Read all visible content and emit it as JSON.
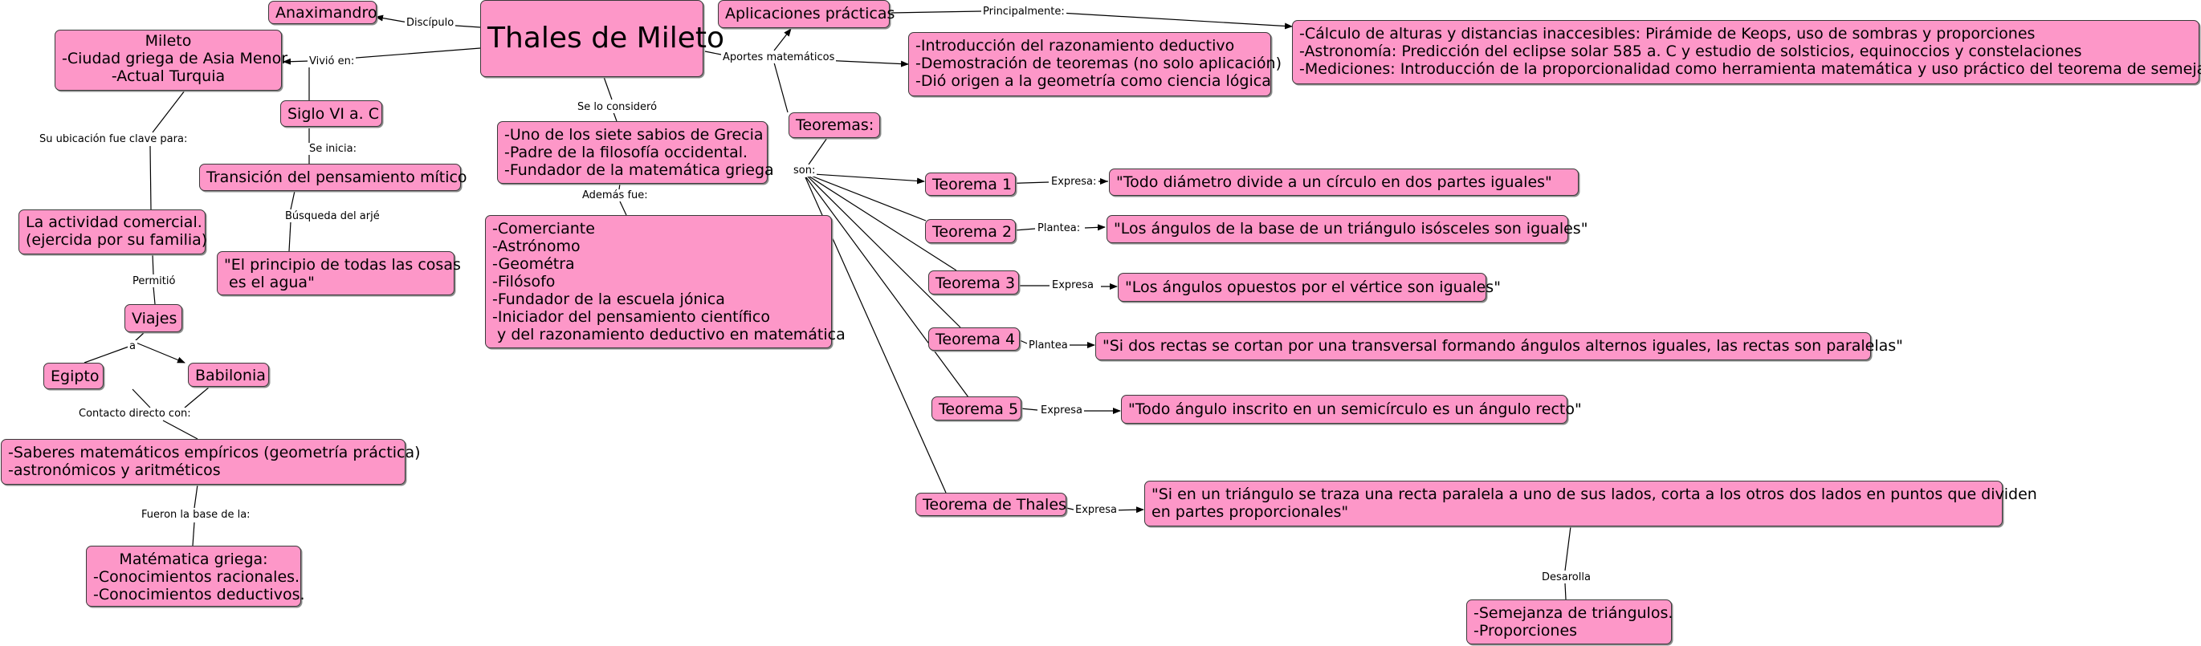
{
  "nodes": {
    "thales": "Thales de Mileto",
    "anaximandro": "Anaximandro",
    "mileto": "Mileto\n-Ciudad griega de Asia Menor\n-Actual Turquia",
    "siglo": "Siglo VI a. C",
    "transicion": "Transición del pensamiento mítico",
    "principio": "\"El principio de todas las cosas\n es el agua\"",
    "actividad": "La actividad comercial.\n(ejercida por su familia)",
    "viajes": "Viajes",
    "egipto": "Egipto",
    "babilonia": "Babilonia",
    "saberes": "-Saberes matemáticos empíricos (geometría práctica)\n-astronómicos y aritméticos",
    "matematica": "Matématica griega:\n-Conocimientos racionales.\n-Conocimientos deductivos.",
    "sabios": "-Uno de los siete sabios de Grecia\n-Padre de la filosofía occidental.\n-Fundador de la matemática griega",
    "comerciante": "-Comerciante\n-Astrónomo\n-Geométra\n-Filósofo\n-Fundador de la escuela jónica\n-Iniciador del pensamiento científico\n y del razonamiento deductivo en matemática",
    "aplicaciones": "Aplicaciones prácticas",
    "calculo": "-Cálculo de alturas y distancias inaccesibles: Pirámide de Keops, uso de sombras y proporciones\n-Astronomía: Predicción del eclipse solar 585 a. C y estudio de solsticios, equinoccios y constelaciones\n-Mediciones: Introducción de la proporcionalidad como herramienta matemática y uso práctico del teorema de semejanza.",
    "introduccion": "-Introducción del razonamiento deductivo\n-Demostración de teoremas (no solo aplicación)\n-Dió origen a la geometría como ciencia lógica",
    "teoremas": "Teoremas:",
    "t1": "Teorema 1",
    "t2": "Teorema 2",
    "t3": "Teorema 3",
    "t4": "Teorema 4",
    "t5": "Teorema 5",
    "tthales": "Teorema de Thales",
    "q1": "\"Todo diámetro divide a un círculo en dos partes iguales\"",
    "q2": "\"Los ángulos de la base de un triángulo isósceles son iguales\"",
    "q3": "\"Los ángulos opuestos por el vértice son iguales\"",
    "q4": "\"Si dos rectas se cortan por una transversal formando ángulos alternos iguales, las rectas son paralelas\"",
    "q5": "\"Todo ángulo inscrito en un semicírculo es un ángulo recto\"",
    "qthales": "\"Si en un triángulo se traza una recta paralela a uno de sus lados, corta a los otros dos lados en puntos que dividen\nen partes proporcionales\"",
    "semejanza": "-Semejanza de triángulos.\n-Proporciones"
  },
  "labels": {
    "discipulo": "Discípulo",
    "vivio": "Vivió en:",
    "ubicacion": "Su ubicación fue clave para:",
    "permitio": "Permitió",
    "a": "a",
    "contacto": "Contacto directo con:",
    "fueron": "Fueron la base de la:",
    "seinicia": "Se inicia:",
    "busqueda": "Búsqueda del arjé",
    "seloconsidero": "Se lo consideró",
    "ademas": "Además fue:",
    "aportes": "Aportes matemáticos",
    "principalmente": "Principalmente:",
    "son": "son:",
    "expresa1": "Expresa:",
    "plantea2": "Plantea:",
    "expresa3": "Expresa",
    "plantea4": "Plantea",
    "expresa5": "Expresa",
    "expresaT": "Expresa",
    "desarolla": "Desarolla"
  },
  "colors": {
    "node_fill": "#fd97c8",
    "node_border": "#3a3a3a",
    "line": "#000000"
  }
}
